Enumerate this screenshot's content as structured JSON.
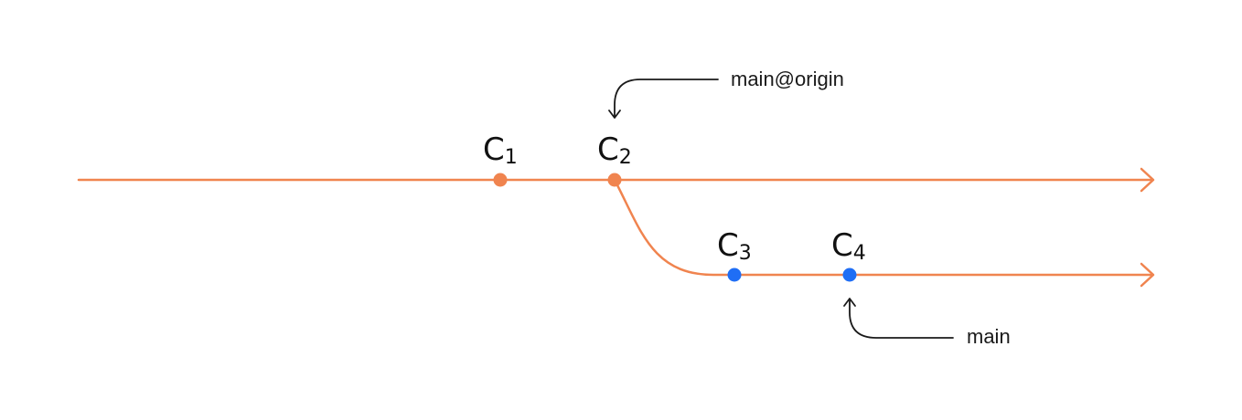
{
  "colors": {
    "branch_main": "#f0844f",
    "commit_main": "#f0844f",
    "commit_local": "#1f6ef5",
    "annotation": "#1a1a1a",
    "background": "#ffffff"
  },
  "commits": [
    {
      "id": "c1",
      "base": "C",
      "sub": "1",
      "branch": "main"
    },
    {
      "id": "c2",
      "base": "C",
      "sub": "2",
      "branch": "main"
    },
    {
      "id": "c3",
      "base": "C",
      "sub": "3",
      "branch": "local"
    },
    {
      "id": "c4",
      "base": "C",
      "sub": "4",
      "branch": "local"
    }
  ],
  "refs": {
    "origin_label": "main@origin",
    "local_label": "main"
  }
}
